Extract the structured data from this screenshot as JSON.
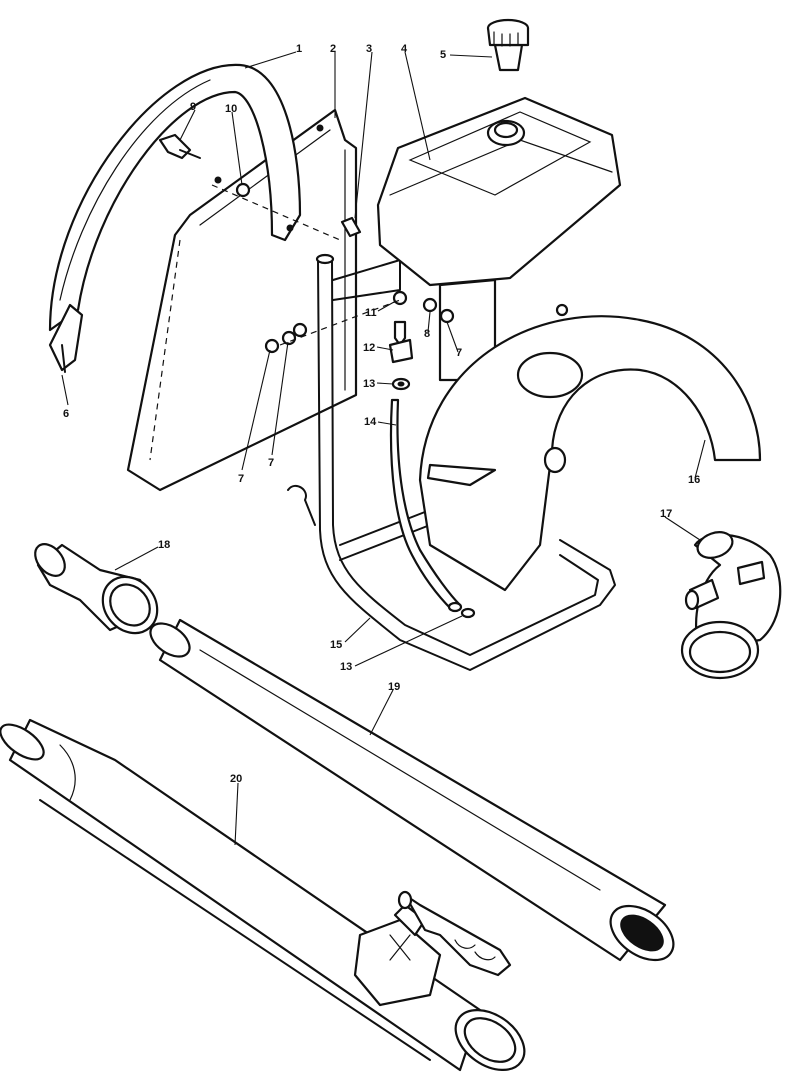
{
  "diagram": {
    "callouts": [
      {
        "id": "c1",
        "label": "1"
      },
      {
        "id": "c2",
        "label": "2"
      },
      {
        "id": "c3",
        "label": "3"
      },
      {
        "id": "c4",
        "label": "4"
      },
      {
        "id": "c5",
        "label": "5"
      },
      {
        "id": "c6",
        "label": "6"
      },
      {
        "id": "c7a",
        "label": "7"
      },
      {
        "id": "c7b",
        "label": "7"
      },
      {
        "id": "c7c",
        "label": "7"
      },
      {
        "id": "c8",
        "label": "8"
      },
      {
        "id": "c9",
        "label": "9"
      },
      {
        "id": "c10",
        "label": "10"
      },
      {
        "id": "c11",
        "label": "11"
      },
      {
        "id": "c12",
        "label": "12"
      },
      {
        "id": "c13a",
        "label": "13"
      },
      {
        "id": "c13b",
        "label": "13"
      },
      {
        "id": "c14",
        "label": "14"
      },
      {
        "id": "c15",
        "label": "15"
      },
      {
        "id": "c16",
        "label": "16"
      },
      {
        "id": "c17",
        "label": "17"
      },
      {
        "id": "c18",
        "label": "18"
      },
      {
        "id": "c19",
        "label": "19"
      },
      {
        "id": "c20",
        "label": "20"
      }
    ]
  }
}
